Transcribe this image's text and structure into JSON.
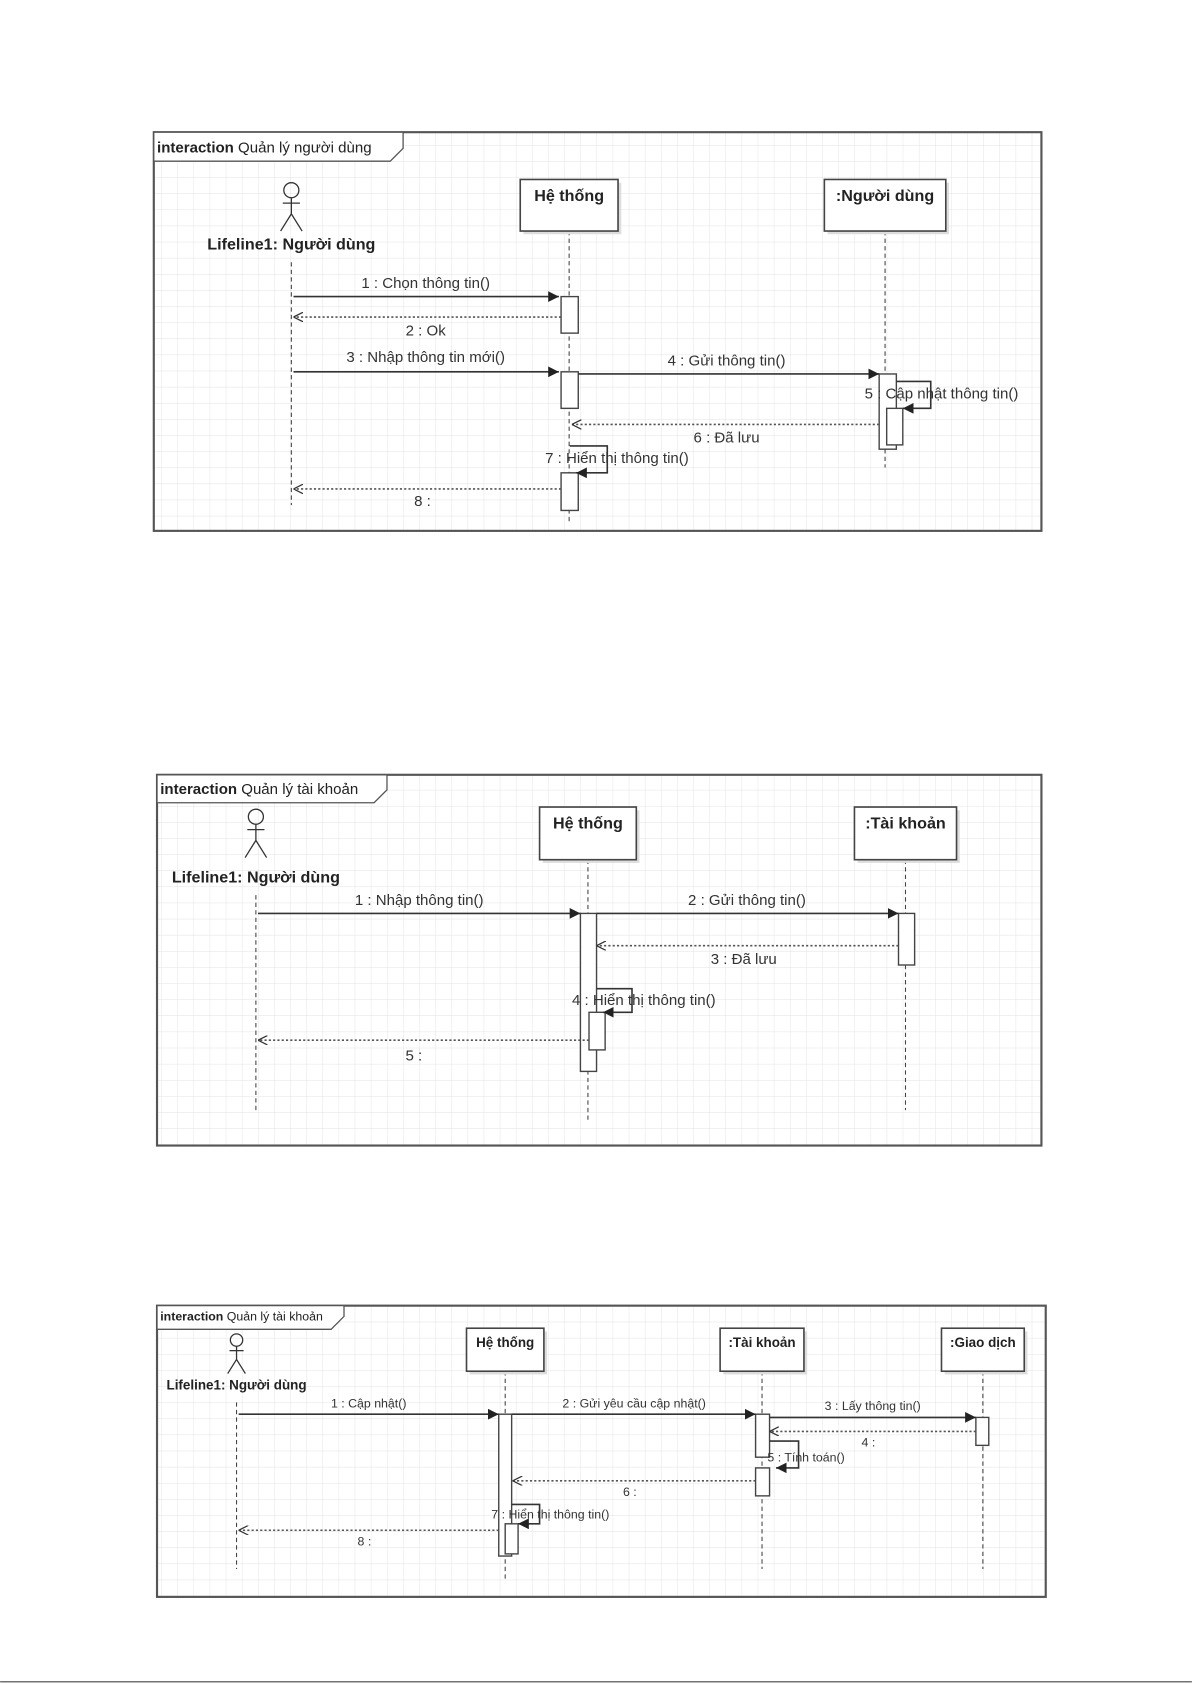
{
  "diagrams": [
    {
      "kind": "interaction",
      "title": "Quản lý người dùng",
      "actor": "Lifeline1: Người dùng",
      "lifelines": [
        "Hệ thống",
        ":Người dùng"
      ],
      "messages": [
        "1 : Chọn thông tin()",
        "2 : Ok",
        "3 : Nhập thông tin mới()",
        "4 : Gửi thông tin()",
        "5 : Cập nhật thông tin()",
        "6 : Đã lưu",
        "7 : Hiển thị thông tin()",
        "8 :"
      ]
    },
    {
      "kind": "interaction",
      "title": "Quản lý tài khoản",
      "actor": "Lifeline1: Người dùng",
      "lifelines": [
        "Hệ thống",
        ":Tài khoản"
      ],
      "messages": [
        "1 : Nhập thông tin()",
        "2 : Gửi thông tin()",
        "3 : Đã lưu",
        "4 : Hiển thị thông tin()",
        "5 :"
      ]
    },
    {
      "kind": "interaction",
      "title": "Quản lý tài khoản",
      "actor": "Lifeline1: Người dùng",
      "lifelines": [
        "Hệ thống",
        ":Tài khoản",
        ":Giao dịch"
      ],
      "messages": [
        "1 : Cập nhật()",
        "2 : Gửi yêu cầu cập nhật()",
        "3 : Lấy thông tin()",
        "4 :",
        "5 : Tính toán()",
        "6 :",
        "7 : Hiển thị thông tin()",
        "8 :"
      ]
    }
  ]
}
